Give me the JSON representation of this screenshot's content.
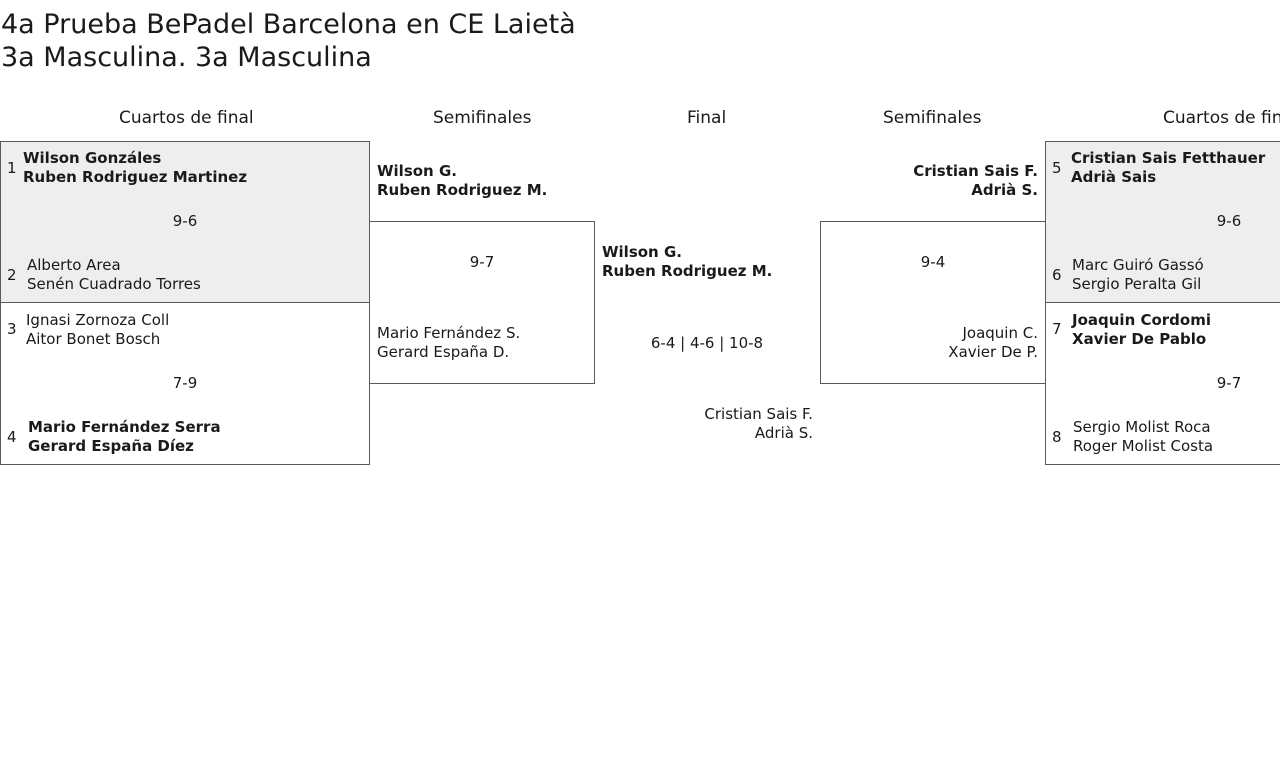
{
  "header": {
    "title": "4a Prueba BePadel Barcelona en CE Laietà",
    "subtitle": "3a Masculina. 3a Masculina"
  },
  "rounds": {
    "left_qf": "Cuartos de final",
    "left_sf": "Semifinales",
    "final": "Final",
    "right_sf": "Semifinales",
    "right_qf": "Cuartos de final"
  },
  "qf": [
    {
      "score": "9-6",
      "top": {
        "seed": "1",
        "p1": "Wilson Gonzáles",
        "p2": "Ruben Rodriguez Martinez"
      },
      "bottom": {
        "seed": "2",
        "p1": "Alberto Area",
        "p2": "Senén Cuadrado Torres"
      }
    },
    {
      "score": "7-9",
      "top": {
        "seed": "3",
        "p1": "Ignasi Zornoza Coll",
        "p2": "Aitor Bonet Bosch"
      },
      "bottom": {
        "seed": "4",
        "p1": "Mario Fernández Serra",
        "p2": "Gerard España Díez"
      }
    },
    {
      "score": "9-6",
      "top": {
        "seed": "5",
        "p1": "Cristian Sais Fetthauer",
        "p2": "Adrià Sais"
      },
      "bottom": {
        "seed": "6",
        "p1": "Marc Guiró Gassó",
        "p2": "Sergio Peralta Gil"
      }
    },
    {
      "score": "9-7",
      "top": {
        "seed": "7",
        "p1": "Joaquin Cordomi",
        "p2": "Xavier De Pablo"
      },
      "bottom": {
        "seed": "8",
        "p1": "Sergio Molist Roca",
        "p2": "Roger Molist Costa"
      }
    }
  ],
  "sf": [
    {
      "score": "9-7",
      "top": {
        "p1": "Wilson G.",
        "p2": "Ruben Rodriguez M."
      },
      "bottom": {
        "p1": "Mario Fernández S.",
        "p2": "Gerard España D."
      }
    },
    {
      "score": "9-4",
      "top": {
        "p1": "Cristian Sais F.",
        "p2": "Adrià S."
      },
      "bottom": {
        "p1": "Joaquin C.",
        "p2": "Xavier De P."
      }
    }
  ],
  "final": {
    "score": "6-4 | 4-6 | 10-8",
    "top": {
      "p1": "Wilson G.",
      "p2": "Ruben Rodriguez M."
    },
    "bottom": {
      "p1": "Cristian Sais F.",
      "p2": "Adrià S."
    }
  },
  "colors": {
    "winner_box_bg": "#eeeeee",
    "border": "#5a5a5a"
  }
}
